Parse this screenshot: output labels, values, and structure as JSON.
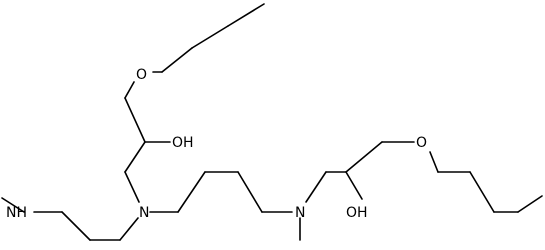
{
  "molecule": {
    "atoms": {
      "o_top": "O",
      "oh_top": "OH",
      "nh": "NH",
      "n_center": "N",
      "n_right": "N",
      "oh_right": "OH",
      "o_right": "O"
    }
  },
  "colors": {
    "bond": "#000000",
    "label": "#000000",
    "background": "#ffffff"
  }
}
